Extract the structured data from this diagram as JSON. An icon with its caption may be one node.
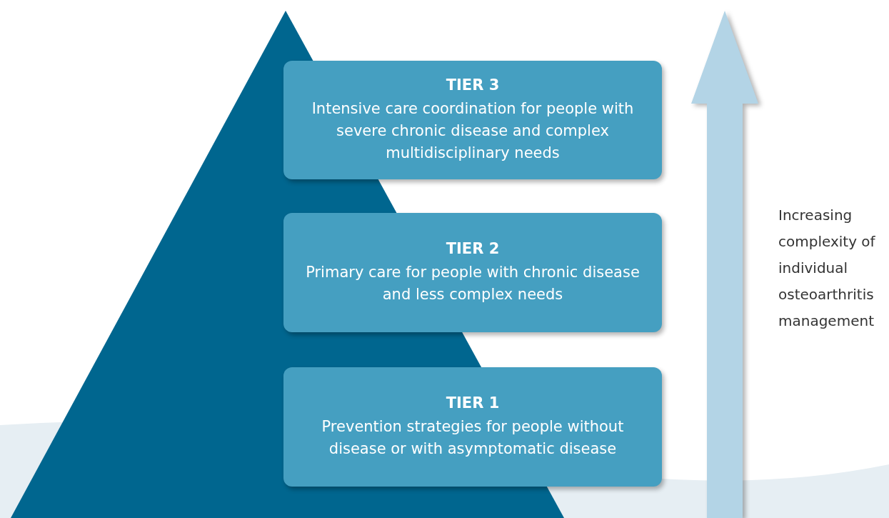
{
  "diagram": {
    "nodes": [
      {
        "text": [
          "TIER 3",
          "Intensive care coordination for people with severe chronic disease and complex multidisciplinary needs"
        ]
      },
      {
        "text": [
          "TIER 2",
          "Primary care for people with chronic disease and less complex needs"
        ]
      },
      {
        "text": [
          "TIER 1",
          "Prevention strategies for people without disease or with asymptomatic disease"
        ]
      }
    ],
    "edges": [],
    "labels": [
      "Increasing complexity of individual osteoarthritis management"
    ]
  }
}
